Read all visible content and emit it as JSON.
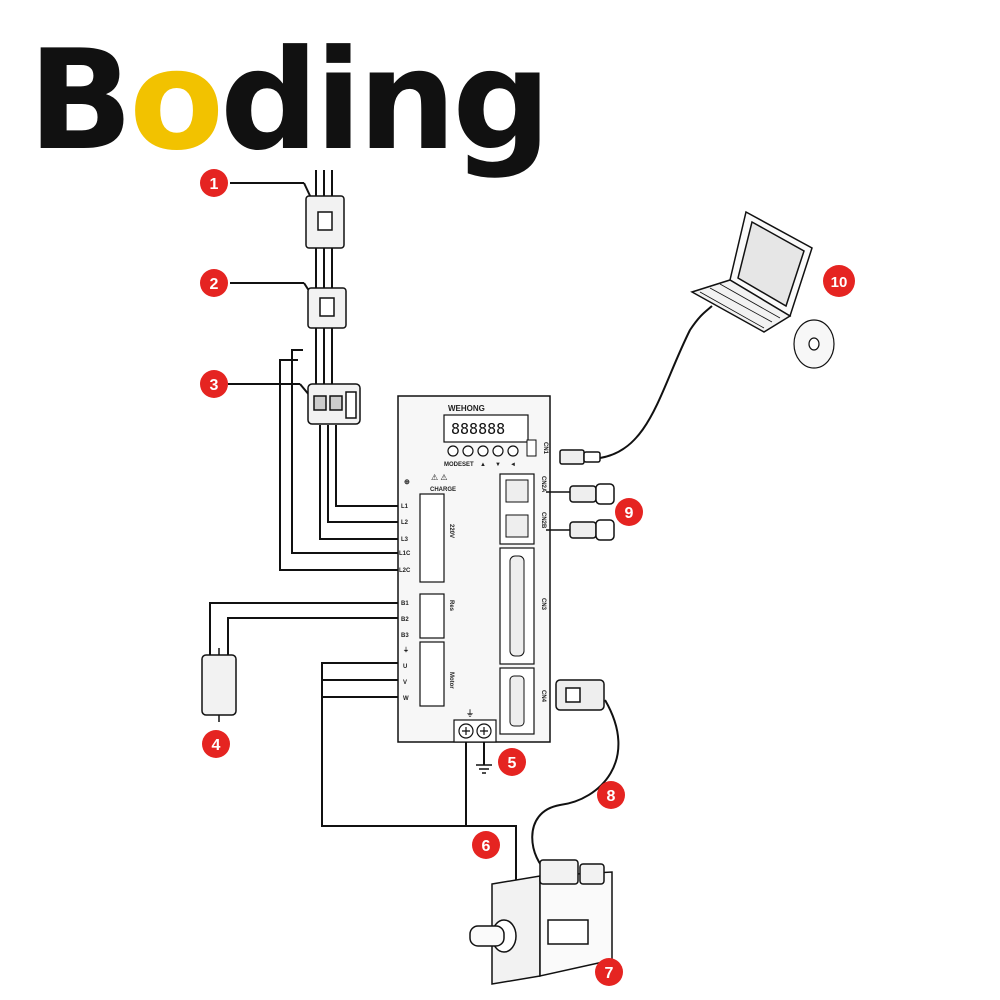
{
  "brand": {
    "prefix": "B",
    "highlight": "o",
    "suffix": "ding",
    "text_color": "#111111",
    "highlight_color": "#f2c200"
  },
  "drive": {
    "maker": "WEHONG",
    "display": "888888",
    "keys": [
      "MODE",
      "SET",
      "▲",
      "▼",
      "◄"
    ],
    "charge_label": "CHARGE",
    "power_terminals": [
      "L1",
      "L2",
      "L3",
      "L1C",
      "L2C"
    ],
    "power_group": "220V",
    "brake_terminals": [
      "B1",
      "B2",
      "B3"
    ],
    "brake_group": "Res",
    "motor_terminals": [
      "U",
      "V",
      "W"
    ],
    "motor_group": "Motor",
    "ports": [
      "CN1",
      "CN2A",
      "CN2B",
      "CN3",
      "CN4"
    ]
  },
  "callouts": [
    "1",
    "2",
    "3",
    "4",
    "5",
    "6",
    "7",
    "8",
    "9",
    "10"
  ],
  "colors": {
    "callout": "#e52421",
    "line": "#111111",
    "panel": "#f7f7f7"
  }
}
